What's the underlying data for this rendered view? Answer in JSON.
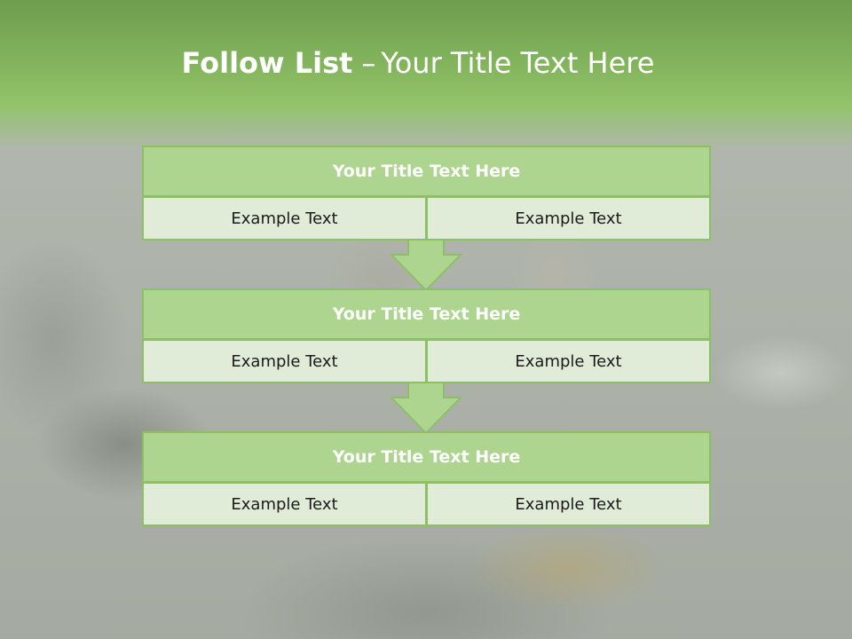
{
  "header": {
    "title_bold": "Follow List",
    "title_dash": "–",
    "title_rest": "Your Title Text Here"
  },
  "blocks": [
    {
      "title": "Your Title Text Here",
      "cells": [
        "Example Text",
        "Example Text"
      ]
    },
    {
      "title": "Your Title Text Here",
      "cells": [
        "Example Text",
        "Example Text"
      ]
    },
    {
      "title": "Your Title Text Here",
      "cells": [
        "Example Text",
        "Example Text"
      ]
    }
  ],
  "colors": {
    "accent_green": "#8dc065",
    "title_fill": "#aed590",
    "cell_fill": "#e1ecd8"
  }
}
